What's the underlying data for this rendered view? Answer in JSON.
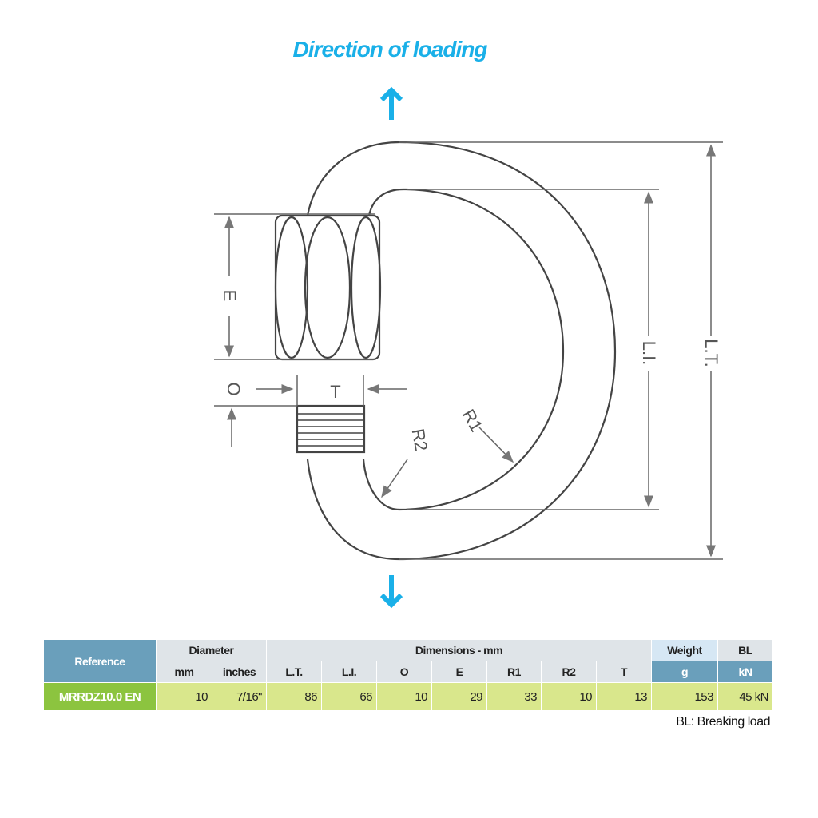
{
  "title": "Direction of loading",
  "labels": {
    "lt": "L.T.",
    "li": "L.I.",
    "e": "E",
    "o": "O",
    "t": "T",
    "r1": "R1",
    "r2": "R2"
  },
  "colors": {
    "accent": "#1ab0e8",
    "header": "#6a9fbb",
    "row": "#d9e78c",
    "reference": "#8cc43f"
  },
  "table": {
    "reference": "Reference",
    "diameter": "Diameter",
    "dimensions": "Dimensions - mm",
    "weight": "Weight",
    "bl": "BL",
    "sub": [
      "mm",
      "inches",
      "L.T.",
      "L.I.",
      "O",
      "E",
      "R1",
      "R2",
      "T",
      "g",
      "kN"
    ],
    "row": {
      "ref": "MRRDZ10.0 EN",
      "values": [
        "10",
        "7/16\"",
        "86",
        "66",
        "10",
        "29",
        "33",
        "10",
        "13",
        "153",
        "45 kN"
      ]
    }
  },
  "note": "BL: Breaking load"
}
